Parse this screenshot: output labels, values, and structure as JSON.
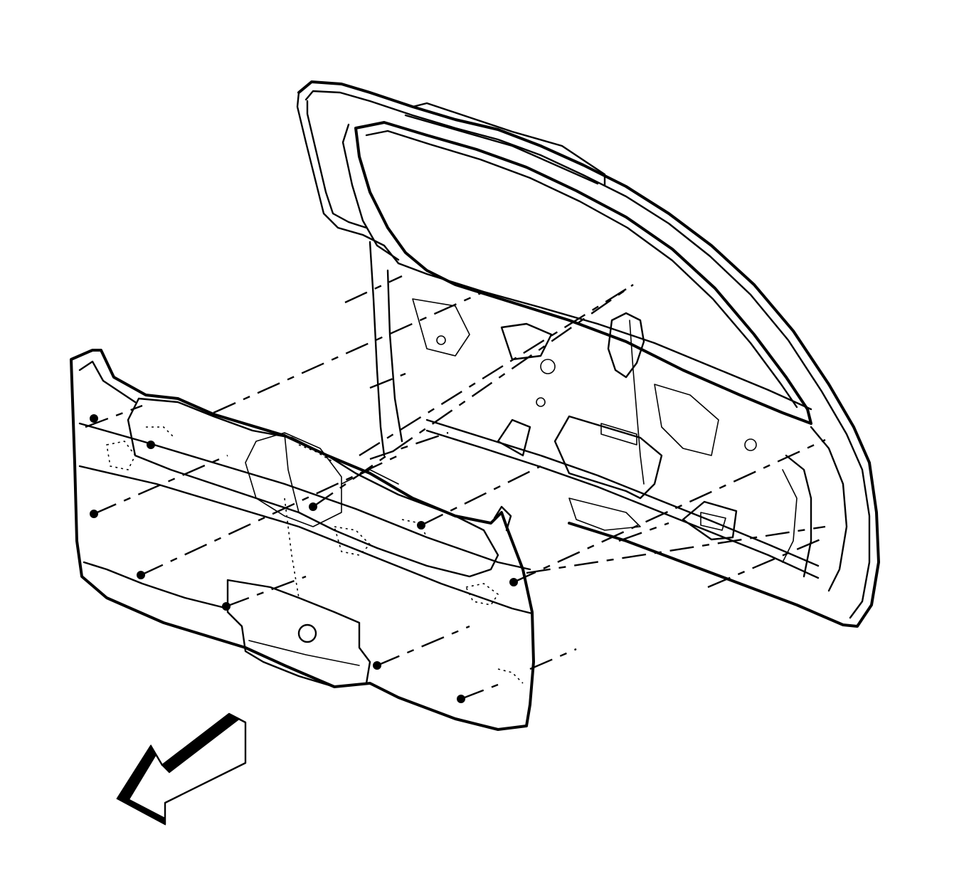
{
  "figure": {
    "description_parts": [
      "liftgate-inner-panel",
      "liftgate-trim-panel",
      "fastener-leader-lines",
      "front-direction-arrow"
    ]
  }
}
